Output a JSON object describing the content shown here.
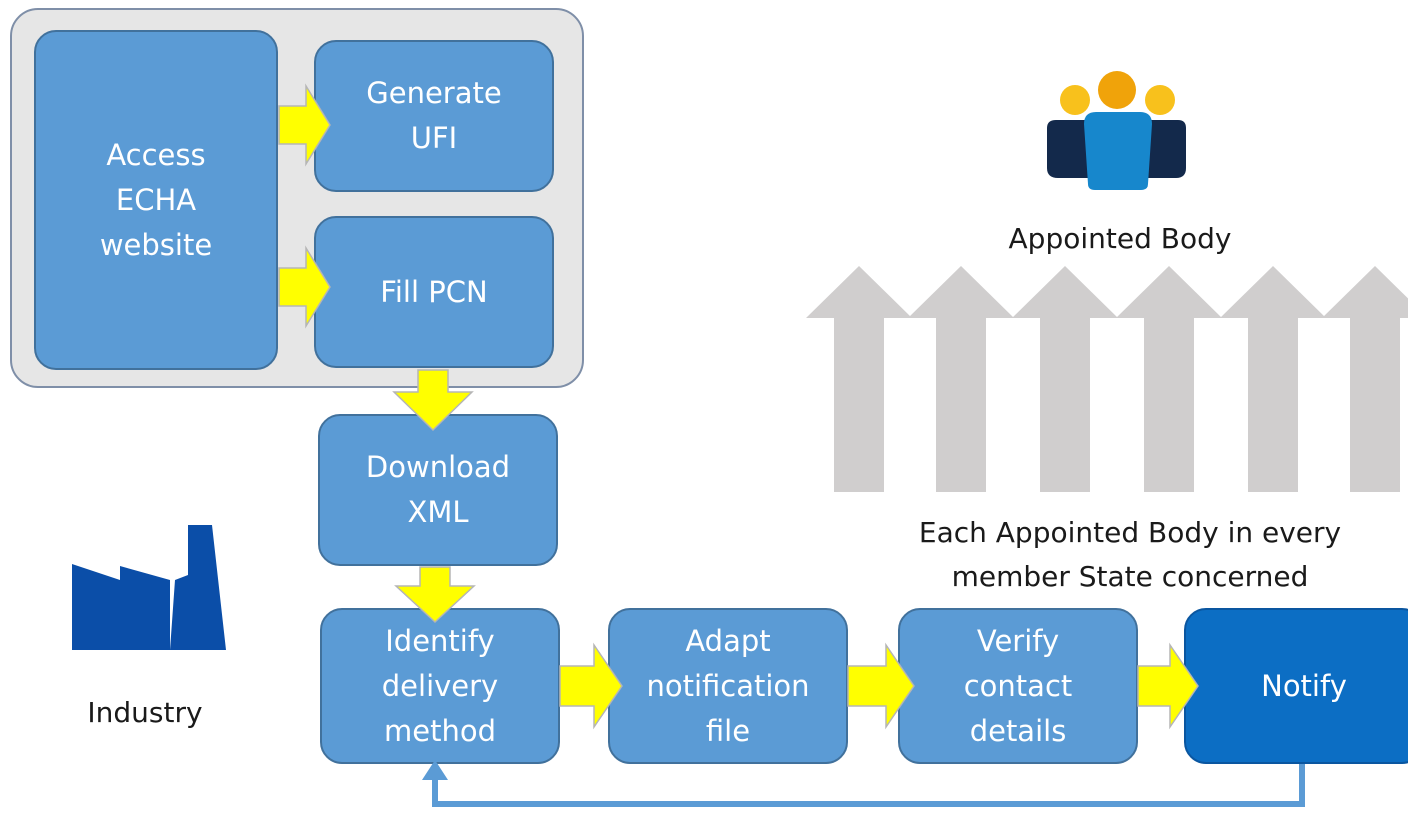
{
  "nodes": {
    "access": "Access\nECHA\nwebsite",
    "generate": "Generate\nUFI",
    "fill": "Fill PCN",
    "download": "Download\nXML",
    "identify": "Identify\ndelivery\nmethod",
    "adapt": "Adapt\nnotification\nfile",
    "verify": "Verify\ncontact\ndetails",
    "notify": "Notify"
  },
  "labels": {
    "appointed_body": "Appointed Body",
    "each_body_line1": "Each Appointed Body in every",
    "each_body_line2": "member State concerned",
    "industry": "Industry"
  },
  "icons": {
    "people": "people-group-icon",
    "factory": "factory-icon"
  },
  "colors": {
    "box_fill": "#5b9bd5",
    "box_dark": "#0c6ec4",
    "arrow_yellow": "#ffff00",
    "arrow_gray": "#d0cece",
    "feedback_line": "#5b9bd5"
  }
}
